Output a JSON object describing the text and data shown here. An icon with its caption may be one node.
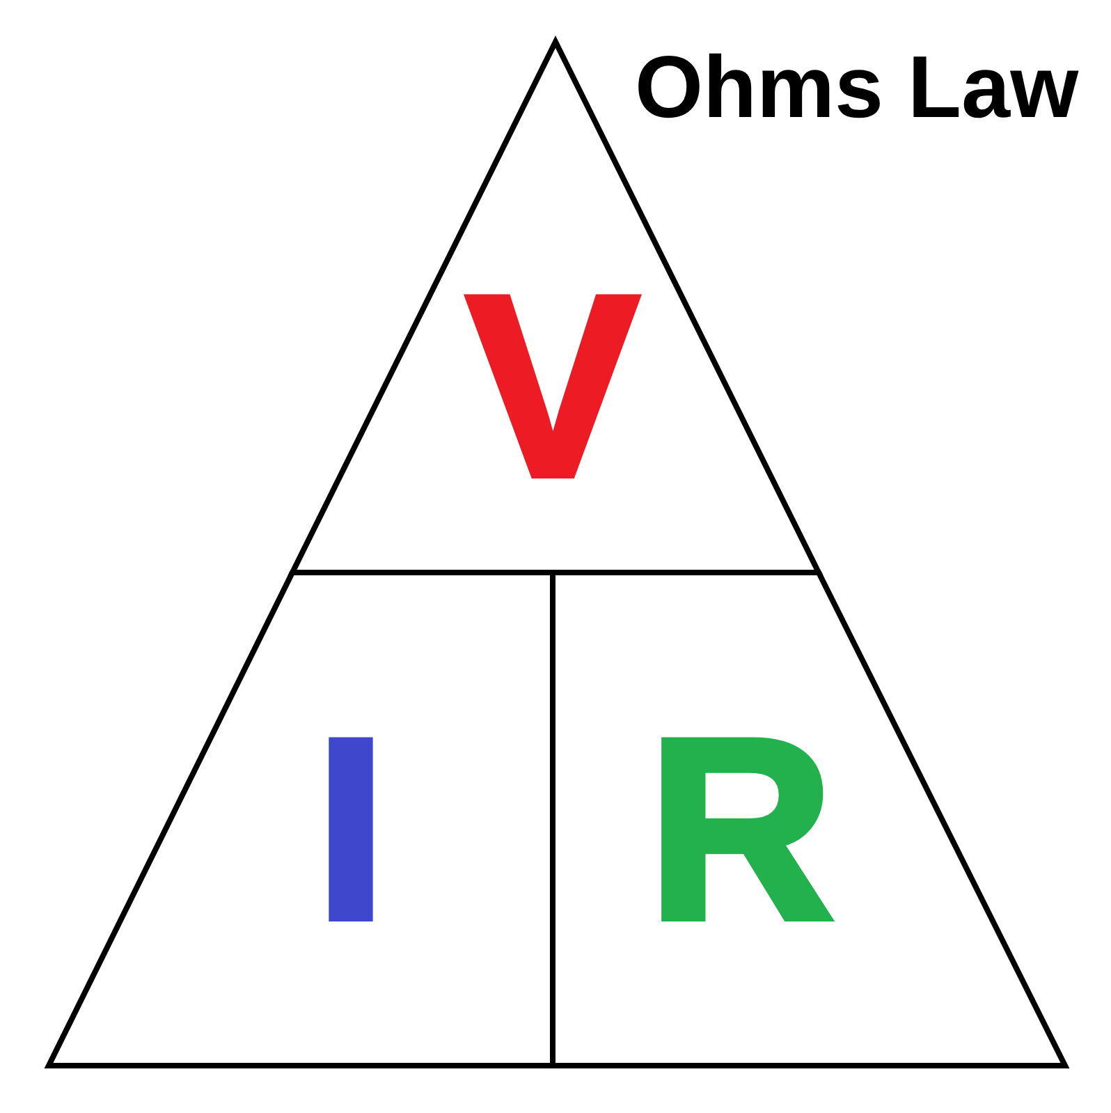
{
  "diagram": {
    "title": "Ohms Law",
    "nodes": [
      {
        "text": [
          "V"
        ]
      },
      {
        "text": [
          "I"
        ]
      },
      {
        "text": [
          "R"
        ]
      }
    ]
  }
}
